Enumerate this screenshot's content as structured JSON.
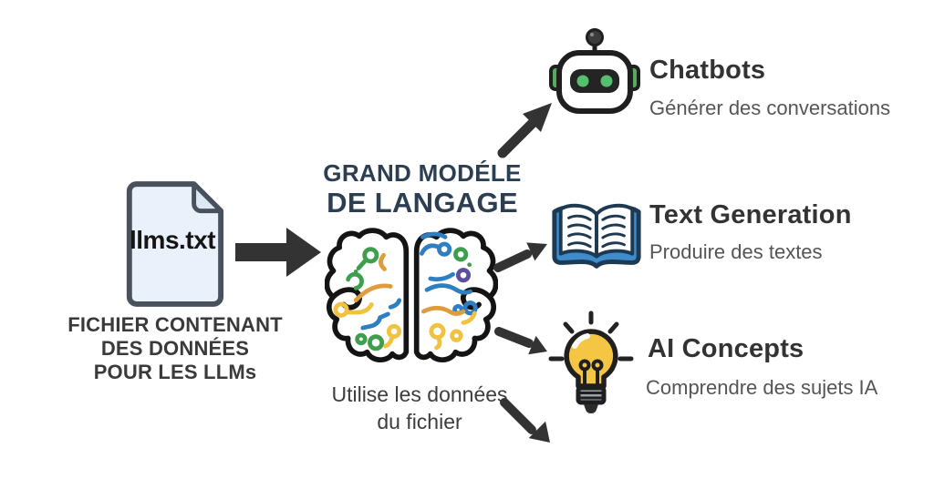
{
  "source": {
    "filename": "llms.txt",
    "caption_line1": "FICHIER CONTENANT",
    "caption_line2": "DES DONNÉES",
    "caption_line3": "POUR LES LLMs"
  },
  "model": {
    "title_line1": "GRAND MODÉLE",
    "title_line2": "DE LANGAGE",
    "caption_line1": "Utilise les données",
    "caption_line2": "du fichier"
  },
  "outputs": [
    {
      "icon": "robot-icon",
      "title": "Chatbots",
      "subtitle": "Générer des conversations"
    },
    {
      "icon": "open-book-icon",
      "title": "Text Generation",
      "subtitle": "Produire des textes"
    },
    {
      "icon": "lightbulb-icon",
      "title": "AI Concepts",
      "subtitle": "Comprendre des sujets IA"
    }
  ],
  "colors": {
    "title_navy": "#2b3e52",
    "text_dark": "#333333",
    "text_gray": "#555555",
    "arrow": "#333333",
    "file_fill": "#eaf1fa",
    "file_border": "#49525c",
    "robot_green": "#57aa5f",
    "eye_green": "#54c06d",
    "book_blue": "#3e8ccd",
    "bulb_yellow": "#f5c544",
    "brain_green": "#3f9e4d",
    "brain_orange": "#df9c3c",
    "brain_yellow": "#f1c140",
    "brain_blue": "#2e7ec2"
  }
}
